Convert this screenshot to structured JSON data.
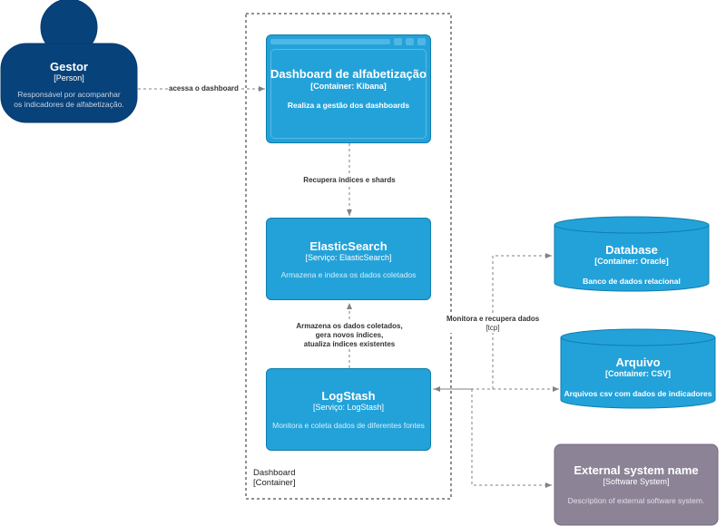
{
  "colors": {
    "person": "#08427b",
    "container": "#23a2d9",
    "external": "#8c8496",
    "wire": "#828282"
  },
  "boundary": {
    "name": "Dashboard",
    "type": "[Container]"
  },
  "person": {
    "name": "Gestor",
    "type": "[Person]",
    "description_line1": "Responsável por acompanhar",
    "description_line2": "os indicadores de alfabetização."
  },
  "kibana": {
    "name": "Dashboard de alfabetização",
    "type": "[Container: Kibana]",
    "description": "Realiza a gestão dos dashboards"
  },
  "elastic": {
    "name": "ElasticSearch",
    "type": "[Serviço: ElasticSearch]",
    "description": "Armazena e indexa os dados coletados"
  },
  "logstash": {
    "name": "LogStash",
    "type": "[Serviço: LogStash]",
    "description": "Monitora e coleta dados de diferentes fontes"
  },
  "database": {
    "name": "Database",
    "type": "[Container: Oracle]",
    "description": "Banco de dados relacional"
  },
  "arquivo": {
    "name": "Arquivo",
    "type": "[Container: CSV]",
    "description": "Arquivos csv com dados de indicadores"
  },
  "external": {
    "name": "External system name",
    "type": "[Software System]",
    "description": "Description of external software system."
  },
  "relations": {
    "access": "acessa o dashboard",
    "fetch": "Recupera índices e shards",
    "store_line1": "Armazena os dados coletados,",
    "store_line2": "gera novos índices,",
    "store_line3": "atualiza índices existentes",
    "monitor_line1": "Monitora e recupera dados",
    "monitor_line2": "[tcp]"
  }
}
